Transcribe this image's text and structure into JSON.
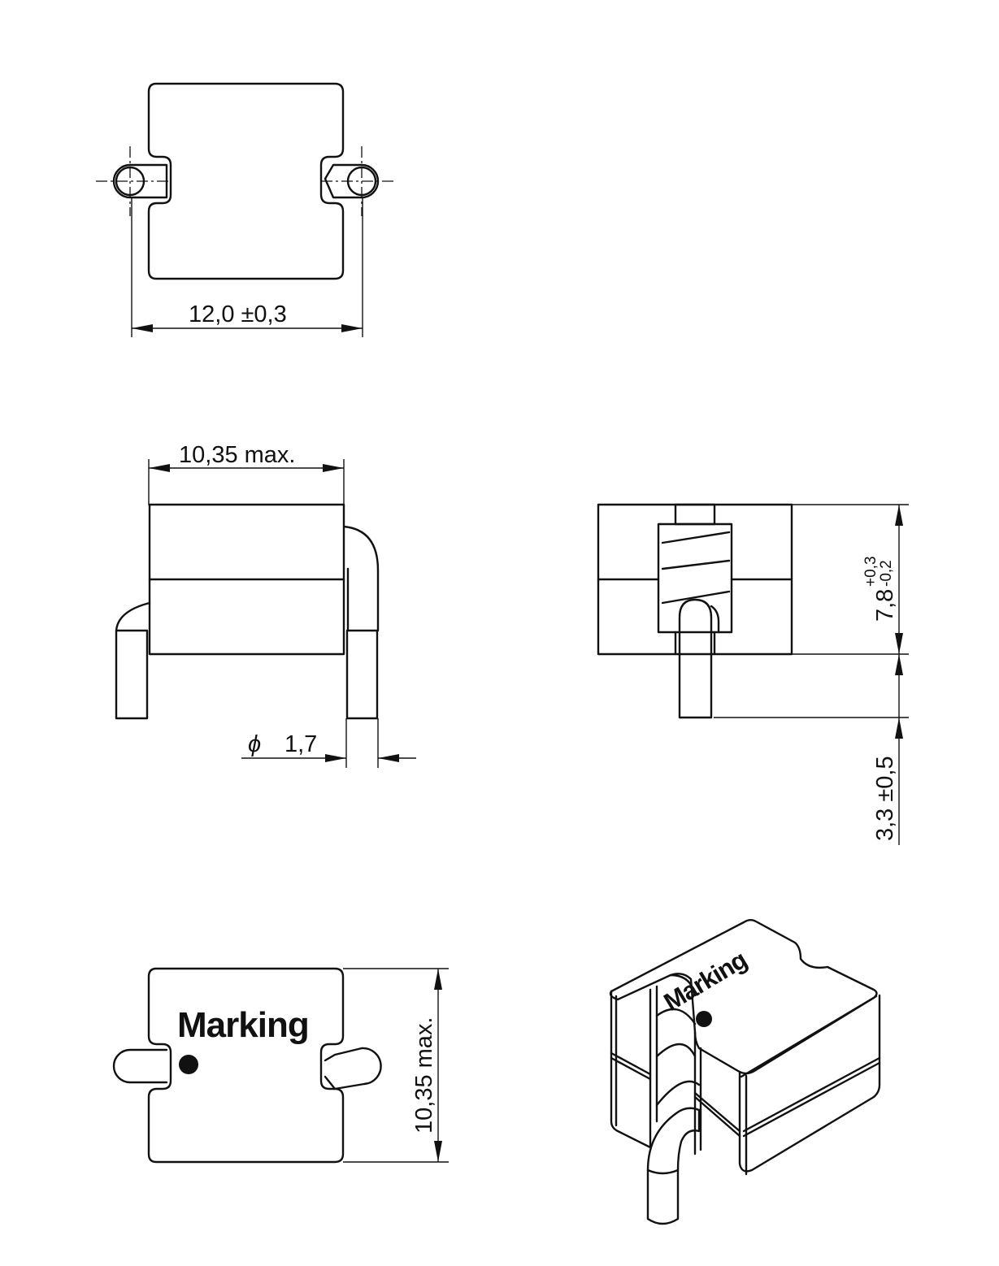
{
  "dimensions": {
    "top_width": "12,0  ±0,3",
    "side_width": "10,35  max.",
    "pin_diameter_symbol": "ϕ",
    "pin_diameter": "1,7",
    "height_main": "7,8",
    "height_tol_upper": "+0,3",
    "height_tol_lower": "-0,2",
    "pin_length": "3,3  ±0,5",
    "bottom_depth": "10,35  max."
  },
  "labels": {
    "marking_front": "Marking",
    "marking_3d": "Marking"
  }
}
